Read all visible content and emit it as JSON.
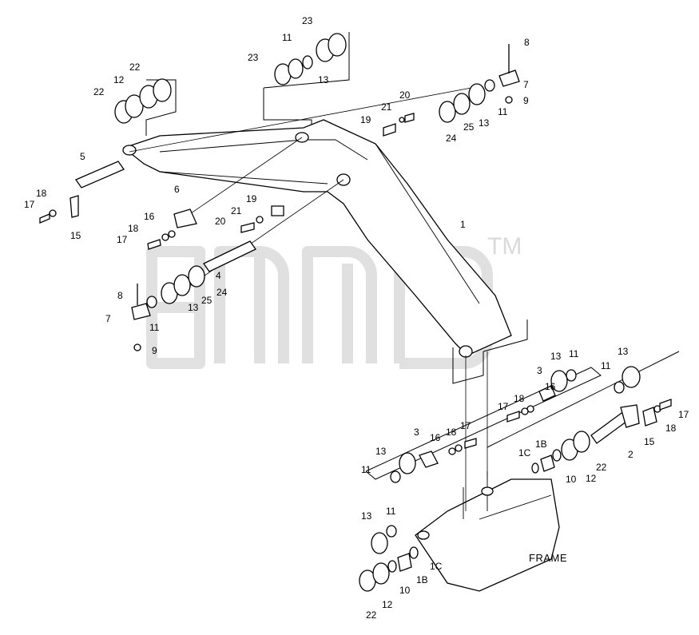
{
  "watermark": {
    "text": "gmb",
    "trademark": "TM"
  },
  "frame_label": "FRAME",
  "part_labels": [
    {
      "id": "l23a",
      "text": "23"
    },
    {
      "id": "l11a",
      "text": "11"
    },
    {
      "id": "l23b",
      "text": "23"
    },
    {
      "id": "l13a",
      "text": "13"
    },
    {
      "id": "l22a",
      "text": "22"
    },
    {
      "id": "l12a",
      "text": "12"
    },
    {
      "id": "l22b",
      "text": "22"
    },
    {
      "id": "l8a",
      "text": "8"
    },
    {
      "id": "l7a",
      "text": "7"
    },
    {
      "id": "l9a",
      "text": "9"
    },
    {
      "id": "l11b",
      "text": "11"
    },
    {
      "id": "l13b",
      "text": "13"
    },
    {
      "id": "l25a",
      "text": "25"
    },
    {
      "id": "l24a",
      "text": "24"
    },
    {
      "id": "l20a",
      "text": "20"
    },
    {
      "id": "l21a",
      "text": "21"
    },
    {
      "id": "l19a",
      "text": "19"
    },
    {
      "id": "l5",
      "text": "5"
    },
    {
      "id": "l18a",
      "text": "18"
    },
    {
      "id": "l17a",
      "text": "17"
    },
    {
      "id": "l15a",
      "text": "15"
    },
    {
      "id": "l6",
      "text": "6"
    },
    {
      "id": "l16a",
      "text": "16"
    },
    {
      "id": "l18b",
      "text": "18"
    },
    {
      "id": "l17b",
      "text": "17"
    },
    {
      "id": "l19b",
      "text": "19"
    },
    {
      "id": "l21b",
      "text": "21"
    },
    {
      "id": "l20b",
      "text": "20"
    },
    {
      "id": "l4",
      "text": "4"
    },
    {
      "id": "l1",
      "text": "1"
    },
    {
      "id": "l8b",
      "text": "8"
    },
    {
      "id": "l7b",
      "text": "7"
    },
    {
      "id": "l11c",
      "text": "11"
    },
    {
      "id": "l13c",
      "text": "13"
    },
    {
      "id": "l25b",
      "text": "25"
    },
    {
      "id": "l24b",
      "text": "24"
    },
    {
      "id": "l9b",
      "text": "9"
    },
    {
      "id": "l13d",
      "text": "13"
    },
    {
      "id": "l11d",
      "text": "11"
    },
    {
      "id": "l3a",
      "text": "3"
    },
    {
      "id": "l16b",
      "text": "16"
    },
    {
      "id": "l18c",
      "text": "18"
    },
    {
      "id": "l17c",
      "text": "17"
    },
    {
      "id": "l13e",
      "text": "13"
    },
    {
      "id": "l11e",
      "text": "11"
    },
    {
      "id": "l17d",
      "text": "17"
    },
    {
      "id": "l18d",
      "text": "18"
    },
    {
      "id": "l15b",
      "text": "15"
    },
    {
      "id": "l2",
      "text": "2"
    },
    {
      "id": "l1Ba",
      "text": "1B"
    },
    {
      "id": "l1Ca",
      "text": "1C"
    },
    {
      "id": "l10a",
      "text": "10"
    },
    {
      "id": "l12b",
      "text": "12"
    },
    {
      "id": "l22c",
      "text": "22"
    },
    {
      "id": "l3b",
      "text": "3"
    },
    {
      "id": "l16c",
      "text": "16"
    },
    {
      "id": "l18e",
      "text": "18"
    },
    {
      "id": "l17e",
      "text": "17"
    },
    {
      "id": "l13f",
      "text": "13"
    },
    {
      "id": "l11f",
      "text": "11"
    },
    {
      "id": "l13g",
      "text": "13"
    },
    {
      "id": "l11g",
      "text": "11"
    },
    {
      "id": "l1Cb",
      "text": "1C"
    },
    {
      "id": "l1Bb",
      "text": "1B"
    },
    {
      "id": "l10b",
      "text": "10"
    },
    {
      "id": "l12c",
      "text": "12"
    },
    {
      "id": "l22d",
      "text": "22"
    }
  ]
}
